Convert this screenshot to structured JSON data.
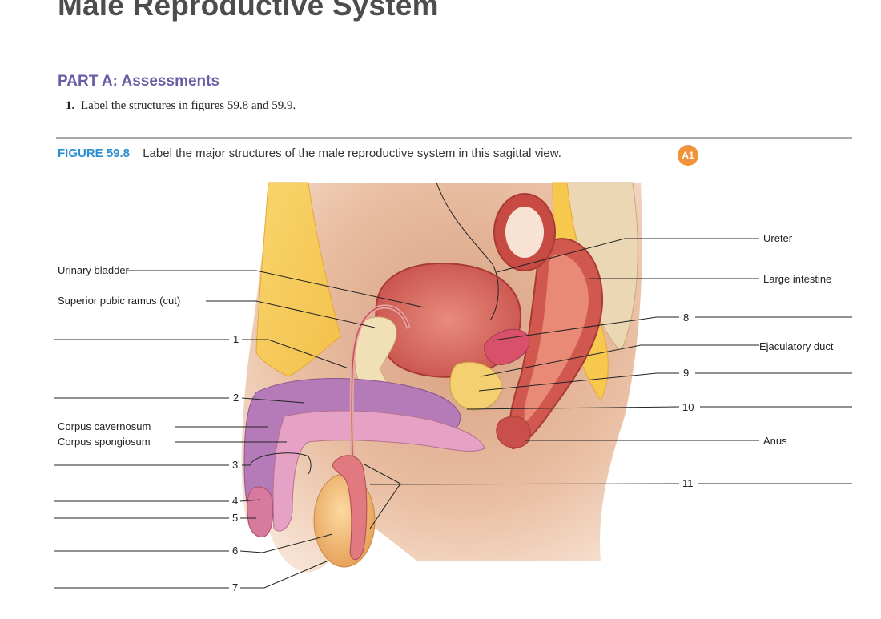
{
  "title": "Male Reproductive System",
  "part": {
    "heading": "PART A:  Assessments"
  },
  "instruction": {
    "number": "1.",
    "text": "Label the structures in figures 59.8 and 59.9."
  },
  "figure": {
    "number": "FIGURE 59.8",
    "caption": "Label the major structures of the male reproductive system in this sagittal view.",
    "badge": "A1"
  },
  "labels": {
    "left_named": [
      "Urinary bladder",
      "Superior pubic ramus (cut)",
      "Corpus cavernosum",
      "Corpus spongiosum"
    ],
    "right_named": [
      "Ureter",
      "Large intestine",
      "Ejaculatory duct",
      "Anus"
    ],
    "numbers": [
      "1",
      "2",
      "3",
      "4",
      "5",
      "6",
      "7",
      "8",
      "9",
      "10",
      "11"
    ]
  },
  "colors": {
    "title": "#4d4d4f",
    "part_heading": "#6c5ba5",
    "figure_number": "#2b8fd0",
    "badge": "#f2923a"
  }
}
